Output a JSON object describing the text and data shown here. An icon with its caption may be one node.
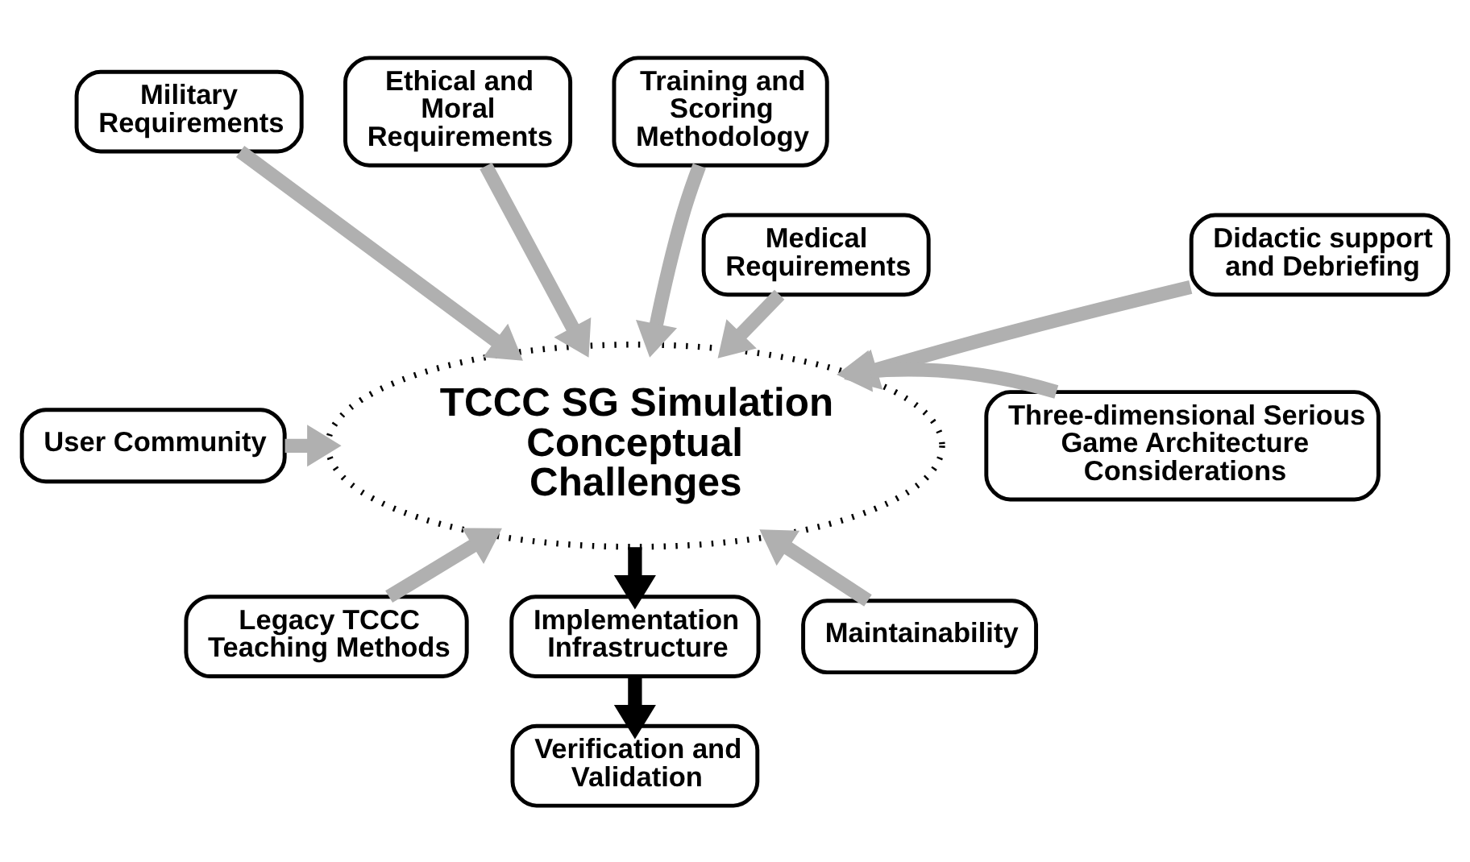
{
  "diagram": {
    "nodes": [
      {
        "text": [
          "Military Requirements"
        ]
      },
      {
        "text": [
          "Ethical and Moral Requirements"
        ]
      },
      {
        "text": [
          "Training and Scoring Methodology"
        ]
      },
      {
        "text": [
          "Medical Requirements"
        ]
      },
      {
        "text": [
          "Didactic support and Debriefing"
        ]
      },
      {
        "text": [
          "TCCC SG Simulation Conceptual Challenges"
        ]
      },
      {
        "text": [
          "User Community"
        ]
      },
      {
        "text": [
          "Three-dimensional Serious Game Architecture Considerations"
        ]
      },
      {
        "text": [
          "Legacy TCCC Teaching Methods"
        ]
      },
      {
        "text": [
          "Maintainability"
        ]
      },
      {
        "text": [
          "Implementation Infrastructure"
        ]
      },
      {
        "text": [
          "Verification and Validation"
        ]
      }
    ],
    "edges": [
      {
        "from": 0,
        "to": 5,
        "arrow": "to"
      },
      {
        "from": 1,
        "to": 5,
        "arrow": "to"
      },
      {
        "from": 2,
        "to": 5,
        "arrow": "to"
      },
      {
        "from": 3,
        "to": 5,
        "arrow": "to"
      },
      {
        "from": 4,
        "to": 5,
        "arrow": "to"
      },
      {
        "from": 6,
        "to": 5,
        "arrow": "to"
      },
      {
        "from": 7,
        "to": 5,
        "arrow": "to"
      },
      {
        "from": 8,
        "to": 5,
        "arrow": "to"
      },
      {
        "from": 9,
        "to": 5,
        "arrow": "to"
      },
      {
        "from": 5,
        "to": 10,
        "arrow": "to",
        "color": "#000000"
      },
      {
        "from": 10,
        "to": 11,
        "arrow": "to",
        "color": "#000000"
      }
    ]
  }
}
